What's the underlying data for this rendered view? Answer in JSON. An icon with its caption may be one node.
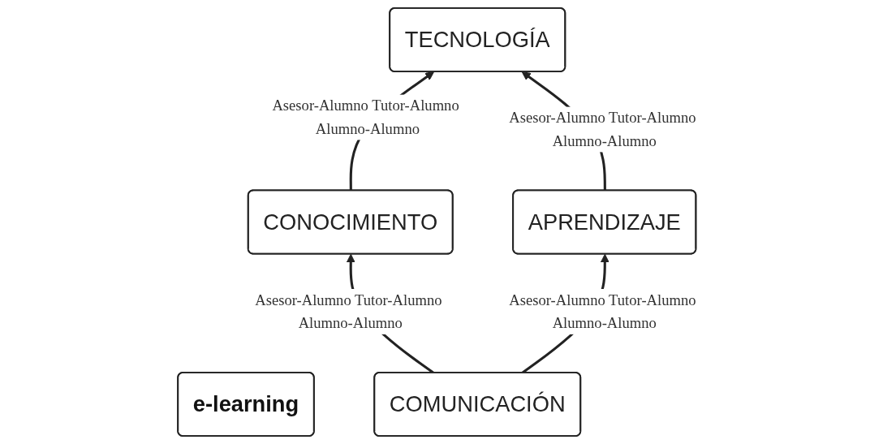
{
  "diagram": {
    "nodes": [
      {
        "text": [
          "TECNOLOGÍA"
        ]
      },
      {
        "text": [
          "CONOCIMIENTO"
        ]
      },
      {
        "text": [
          "e-learning"
        ]
      },
      {
        "text": [
          "APRENDIZAJE"
        ]
      },
      {
        "text": [
          "COMUNICACIÓN"
        ]
      }
    ],
    "edges": [
      {
        "from": 1,
        "to": 0,
        "arrow": "to",
        "label": "Asesor-Alumno Tutor-Alumno Alumno-Alumno"
      },
      {
        "from": 3,
        "to": 0,
        "arrow": "to",
        "label": "Asesor-Alumno Tutor-Alumno Alumno-Alumno"
      },
      {
        "from": 4,
        "to": 1,
        "arrow": "to",
        "label": "Asesor-Alumno Tutor-Alumno Alumno-Alumno"
      },
      {
        "from": 4,
        "to": 3,
        "arrow": "to",
        "label": "Asesor-Alumno Tutor-Alumno Alumno-Alumno"
      }
    ]
  }
}
